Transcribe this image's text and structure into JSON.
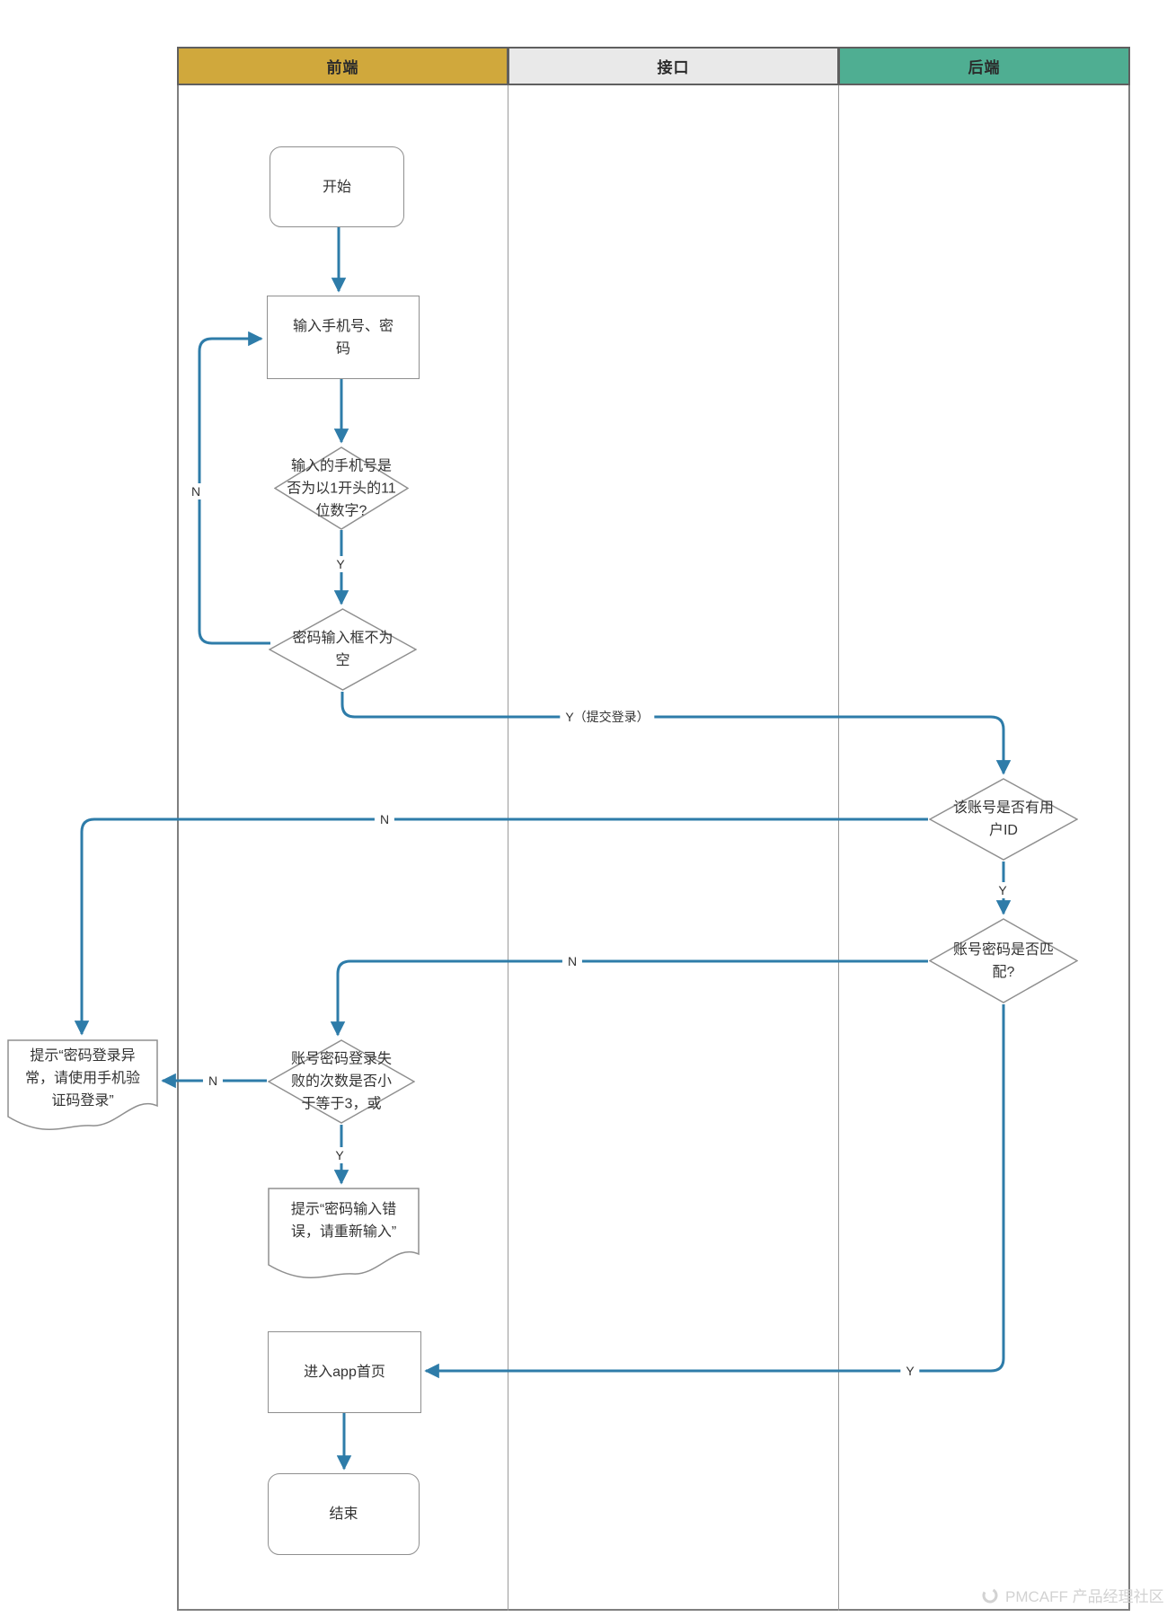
{
  "lanes": [
    {
      "label": "前端",
      "color": "#d0a83c"
    },
    {
      "label": "接口",
      "color": "#e9e9e9"
    },
    {
      "label": "后端",
      "color": "#4fae92"
    }
  ],
  "nodes": {
    "start": "开始",
    "input_phone": "输入手机号、密码",
    "check_phone": "输入的手机号是否为以1开头的11位数字?",
    "check_password_empty": "密码输入框不为空",
    "check_user_id": "该账号是否有用户ID",
    "check_match": "账号密码是否匹配?",
    "check_fail_count": "账号密码登录失败的次数是否小于等于3，或",
    "tip_login_abnormal": "提示“密码登录异常，请使用手机验证码登录”",
    "tip_wrong_password": "提示“密码输入错误，请重新输入”",
    "enter_home": "进入app首页",
    "end": "结束"
  },
  "edge_labels": {
    "y": "Y",
    "n": "N",
    "y_submit": "Y（提交登录）"
  },
  "colors": {
    "flow_line": "#2e7ca9",
    "node_border": "#8f8f8f",
    "node_text": "#333333",
    "frame_border": "#7f7f7f",
    "watermark": "#d2d2d2"
  },
  "watermark": {
    "text": "PMCAFF 产品经理社区"
  }
}
